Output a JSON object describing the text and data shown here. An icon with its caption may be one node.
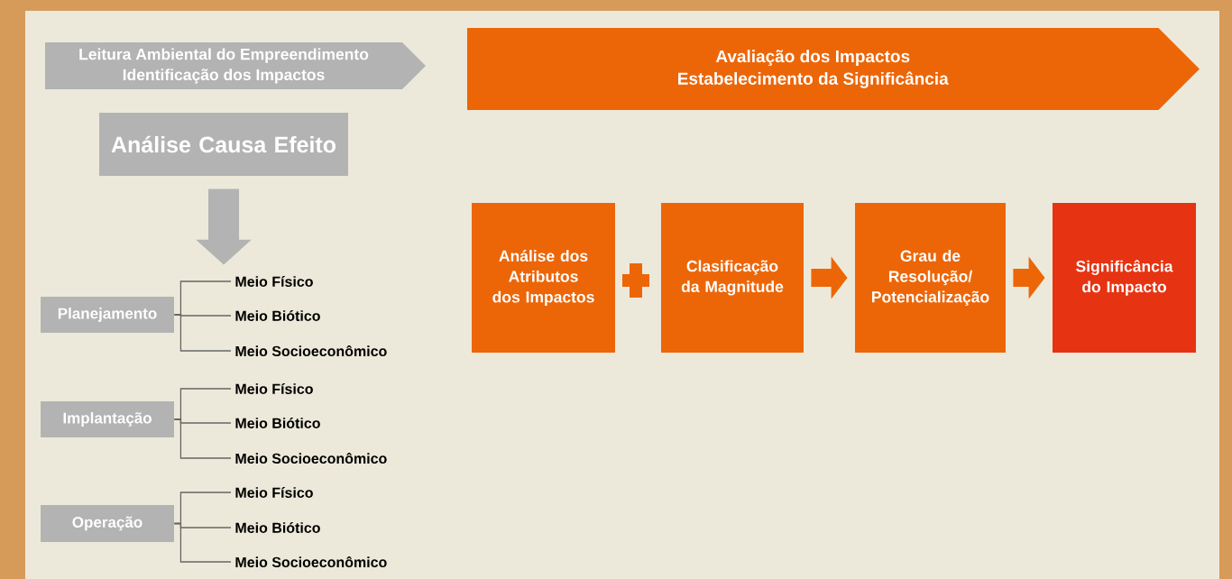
{
  "diagram": {
    "nodes": [
      {
        "text": [
          "Leitura Ambiental do Empreendimento",
          "Identificação dos Impactos"
        ]
      },
      {
        "text": [
          "Avaliação dos Impactos",
          "Estabelecimento da Significância"
        ]
      },
      {
        "text": [
          "Análise Causa Efeito"
        ]
      },
      {
        "text": [
          "Planejamento"
        ]
      },
      {
        "text": [
          "Implantação"
        ]
      },
      {
        "text": [
          "Operação"
        ]
      },
      {
        "text": [
          "Meio Físico"
        ]
      },
      {
        "text": [
          "Meio Biótico"
        ]
      },
      {
        "text": [
          "Meio Socioeconômico"
        ]
      },
      {
        "text": [
          "Meio Físico"
        ]
      },
      {
        "text": [
          "Meio Biótico"
        ]
      },
      {
        "text": [
          "Meio Socioeconômico"
        ]
      },
      {
        "text": [
          "Meio Físico"
        ]
      },
      {
        "text": [
          "Meio Biótico"
        ]
      },
      {
        "text": [
          "Meio Socioeconômico"
        ]
      },
      {
        "text": [
          "Análise dos Atributos dos Impactos"
        ]
      },
      {
        "text": [
          "Clasificação da Magnitude"
        ]
      },
      {
        "text": [
          "Grau de Resolução/ Potencialização"
        ]
      },
      {
        "text": [
          "Significância do Impacto"
        ]
      }
    ],
    "edges": [
      {
        "from": 2,
        "to": 6,
        "arrow": "to",
        "style": "thick",
        "color": "#b3b3b3"
      },
      {
        "from": 3,
        "to": 6,
        "arrow": "none"
      },
      {
        "from": 3,
        "to": 7,
        "arrow": "none"
      },
      {
        "from": 3,
        "to": 8,
        "arrow": "none"
      },
      {
        "from": 4,
        "to": 9,
        "arrow": "none"
      },
      {
        "from": 4,
        "to": 10,
        "arrow": "none"
      },
      {
        "from": 4,
        "to": 11,
        "arrow": "none"
      },
      {
        "from": 5,
        "to": 12,
        "arrow": "none"
      },
      {
        "from": 5,
        "to": 13,
        "arrow": "none"
      },
      {
        "from": 5,
        "to": 14,
        "arrow": "none"
      },
      {
        "from": 16,
        "to": 17,
        "arrow": "to",
        "style": "thick",
        "color": "#ec6608"
      },
      {
        "from": 17,
        "to": 18,
        "arrow": "to",
        "style": "thick",
        "color": "#ec6608"
      }
    ]
  }
}
